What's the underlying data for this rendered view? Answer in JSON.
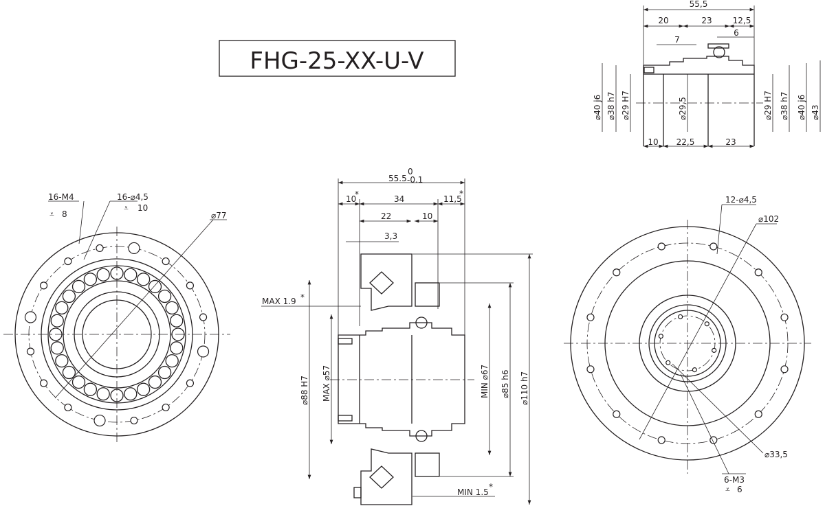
{
  "title": "FHG-25-XX-U-V",
  "top_right_view": {
    "dims_top": [
      "55,5",
      "20",
      "23",
      "12,5",
      "7",
      "6"
    ],
    "dims_bottom": [
      "10",
      "22,5",
      "23"
    ],
    "diameters_left": [
      "⌀40 j6",
      "⌀38 h7",
      "⌀29 H7"
    ],
    "diameter_center": "⌀29,5",
    "diameters_right": [
      "⌀29 H7",
      "⌀38 h7",
      "⌀40 j6",
      "⌀43"
    ]
  },
  "left_view": {
    "label_m4": "16-M4",
    "label_m4_depth": "8",
    "label_hole": "16-⌀4,5",
    "label_hole_depth": "10",
    "label_pcd": "⌀77"
  },
  "section_view": {
    "overall": "55.5",
    "overall_tol_upper": "0",
    "overall_tol_lower": "-0.1",
    "d_10": "10",
    "d_34": "34",
    "d_11_5": "11,5",
    "d_22": "22",
    "d_10b": "10",
    "d_3_3": "3,3",
    "max_1_9": "MAX 1.9",
    "d_88": "⌀88 H7",
    "max_57": "MAX ⌀57",
    "min_67": "MIN ⌀67",
    "d_85": "⌀85 h6",
    "d_110": "⌀110 h7",
    "min_1_5": "MIN 1.5",
    "asterisk": "*"
  },
  "right_view": {
    "label_holes": "12-⌀4,5",
    "label_pcd": "⌀102",
    "label_inner": "⌀33,5",
    "label_m3": "6-M3",
    "label_m3_depth": "6"
  }
}
